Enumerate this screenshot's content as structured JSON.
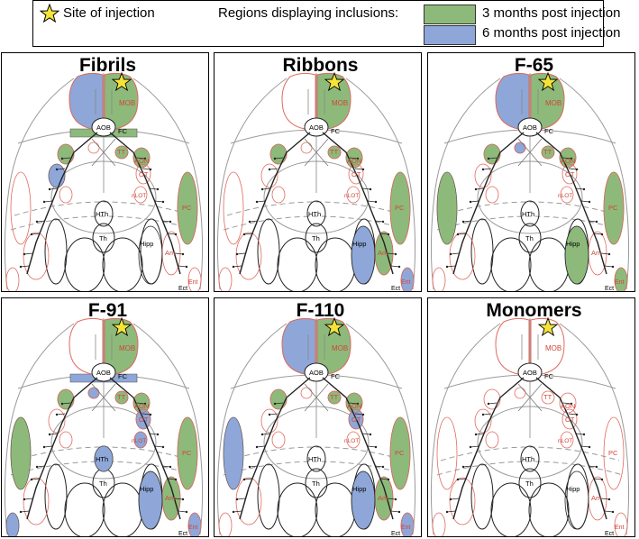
{
  "legend": {
    "injection_label": "Site of injection",
    "regions_label": "Regions displaying inclusions:",
    "green_label": "3 months post injection",
    "blue_label": "6 months post injection"
  },
  "colors": {
    "green": "#8dba7b",
    "blue": "#8ea7d8",
    "star": "#f5e33a",
    "label_red": "#d0453a",
    "outline_red": "#e06a5f"
  },
  "region_labels": {
    "MOB": "MOB",
    "AOB": "AOB",
    "FC": "FC",
    "TT": "TT",
    "AON": "AON",
    "OT": "OT",
    "nLOT": "nLOT",
    "PC": "PC",
    "HTh": "HTh",
    "Th": "Th",
    "Hipp": "Hipp",
    "Am": "Am",
    "Ent": "Ent",
    "Ect": "Ect"
  },
  "panels": [
    {
      "title": "Fibrils",
      "regions": {
        "mob_left": "blue",
        "mob_right": "green",
        "fc_band": "green",
        "tt": "green",
        "aon": "green",
        "left_aon": "green",
        "left_pc_upper": "blue",
        "pc": "green"
      }
    },
    {
      "title": "Ribbons",
      "regions": {
        "mob_right": "green",
        "tt": "green",
        "aon": "green",
        "left_aon": "green",
        "pc": "green",
        "hipp": "blue",
        "am": "green",
        "ent": "blue"
      }
    },
    {
      "title": "F-65",
      "regions": {
        "mob_left": "blue",
        "mob_right": "green",
        "tt": "green",
        "aon": "green",
        "left_tt": "blue",
        "left_aon": "green",
        "left_pc": "green",
        "pc": "green",
        "hipp": "green",
        "ent": "green"
      }
    },
    {
      "title": "F-91",
      "regions": {
        "mob_right": "green",
        "fc_band": "blue",
        "tt": "green",
        "aon": "green",
        "left_tt": "blue",
        "left_aon": "green",
        "ot": "blue",
        "nlot": "blue",
        "left_pc": "green",
        "left_ent": "blue",
        "pc": "green",
        "hth": "blue",
        "hipp": "blue",
        "am": "green",
        "ent": "blue"
      }
    },
    {
      "title": "F-110",
      "regions": {
        "mob_left": "blue",
        "mob_right": "green",
        "tt": "green",
        "aon": "green",
        "left_aon": "green",
        "ot": "blue",
        "left_pc": "blue",
        "pc": "green",
        "hipp": "blue",
        "am": "green",
        "ent": "blue"
      }
    },
    {
      "title": "Monomers",
      "regions": {}
    }
  ]
}
